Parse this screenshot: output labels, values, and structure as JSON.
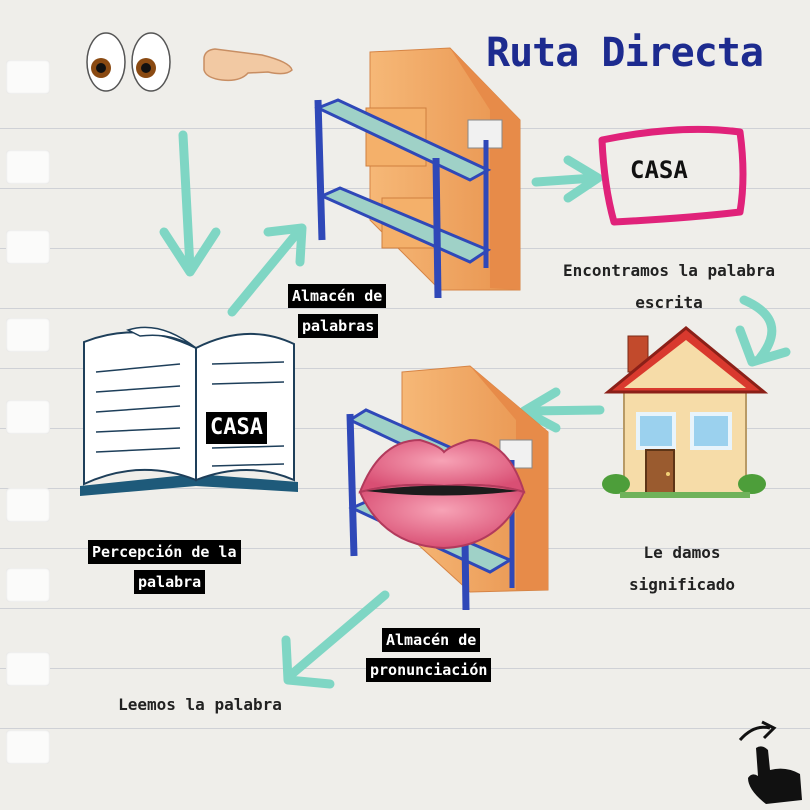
{
  "title": "Ruta Directa",
  "book_word": "CASA",
  "sign_word": "CASA",
  "labels": {
    "almacen_palabras_1": "Almacén de",
    "almacen_palabras_2": "palabras",
    "encontramos_1": "Encontramos la palabra",
    "encontramos_2": "escrita",
    "percepcion_1": "Percepción de la",
    "percepcion_2": "palabra",
    "le_damos_1": "Le damos",
    "le_damos_2": "significado",
    "almacen_pron_1": "Almacén de",
    "almacen_pron_2": "pronunciación",
    "leemos": "Leemos la palabra"
  },
  "colors": {
    "title": "#1d2b8f",
    "arrow": "#7fd6c4",
    "sign_border": "#e0227a",
    "shelf_frame": "#2f48b8",
    "box": "#f2a865"
  },
  "icons": [
    "eyes-icon",
    "hand-icon",
    "shelf-icon",
    "house-icon",
    "lips-icon",
    "book-icon",
    "swipe-hand-icon"
  ]
}
